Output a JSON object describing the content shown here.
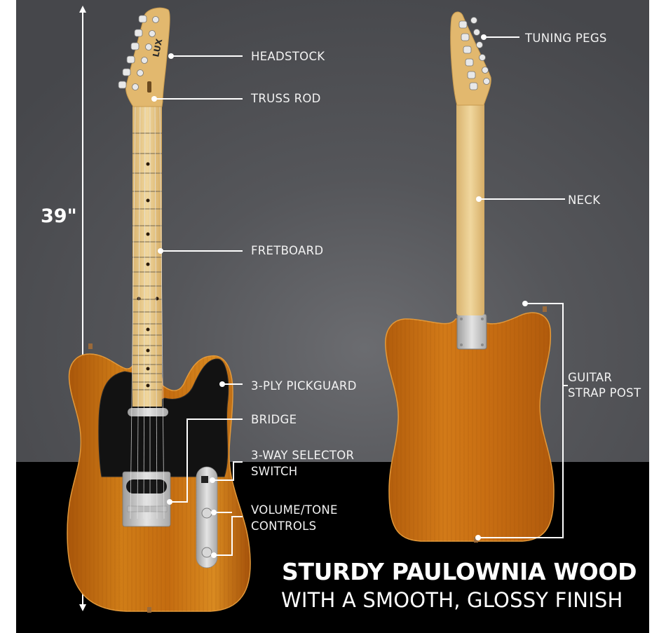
{
  "dimension": {
    "length_label": "39\""
  },
  "front_callouts": [
    {
      "id": "headstock",
      "label": "HEADSTOCK"
    },
    {
      "id": "truss-rod",
      "label": "TRUSS ROD"
    },
    {
      "id": "fretboard",
      "label": "FRETBOARD"
    },
    {
      "id": "pickguard",
      "label": "3-PLY PICKGUARD"
    },
    {
      "id": "bridge",
      "label": "BRIDGE"
    },
    {
      "id": "selector",
      "label_line1": "3-WAY SELECTOR",
      "label_line2": "SWITCH"
    },
    {
      "id": "controls",
      "label_line1": "VOLUME/TONE",
      "label_line2": "CONTROLS"
    }
  ],
  "back_callouts": [
    {
      "id": "tuning-pegs",
      "label": "TUNING PEGS"
    },
    {
      "id": "neck",
      "label": "NECK"
    },
    {
      "id": "strap-post",
      "label_line1": "GUITAR",
      "label_line2": "STRAP POST"
    }
  ],
  "headline": {
    "title": "STURDY PAULOWNIA WOOD",
    "subtitle": "WITH A SMOOTH, GLOSSY FINISH"
  },
  "colors": {
    "background_top": "#55565a",
    "floor": "#000000",
    "body_wood": "#c8720f",
    "maple": "#e8c98a",
    "pickguard": "#111111",
    "chrome": "#c9c9c9",
    "callout_line": "#ffffff"
  }
}
